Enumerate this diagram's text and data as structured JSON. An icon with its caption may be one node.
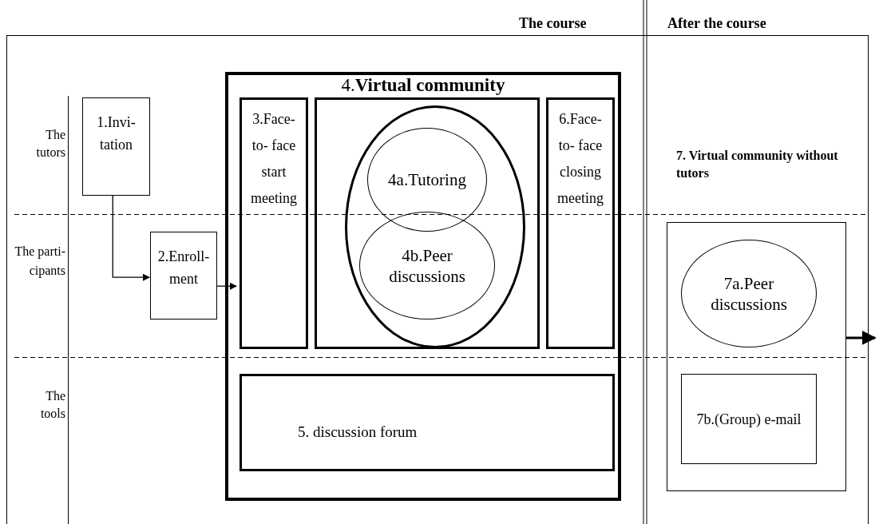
{
  "diagram": {
    "nodes": [
      {
        "text": [
          "1.Invi- tation"
        ]
      },
      {
        "text": [
          "2.Enroll- ment"
        ]
      },
      {
        "text": [
          "4.**Virtual community**"
        ]
      },
      {
        "text": [
          "3.Face- to- face start meeting"
        ],
        "in": 2
      },
      {
        "text": [],
        "shape": "box",
        "in": 2
      },
      {
        "text": [],
        "shape": "ellipse",
        "in": 4
      },
      {
        "text": [
          "4a.Tutoring"
        ],
        "in": 5
      },
      {
        "text": [
          "4b.Peer discussions"
        ],
        "in": 5
      },
      {
        "text": [
          "6.Face- to- face closing meeting"
        ],
        "in": 2
      },
      {
        "text": [
          "5. discussion forum"
        ],
        "in": 2
      },
      {
        "text": [
          "7. Virtual community without tutors"
        ]
      },
      {
        "text": [
          "7a.Peer discussions"
        ],
        "in": 10
      },
      {
        "text": [
          "7b.(Group) e-mail"
        ],
        "in": 10
      }
    ],
    "edges": [
      {
        "from": 0,
        "to": 1,
        "arrow": "to"
      },
      {
        "from": 1,
        "to": 3,
        "arrow": "to"
      },
      {
        "from": 10,
        "to": null,
        "arrow": "to",
        "style": "thick"
      }
    ],
    "labels": [
      "The course",
      "After the course",
      "The tutors",
      "The parti- cipants",
      "The tools"
    ]
  }
}
